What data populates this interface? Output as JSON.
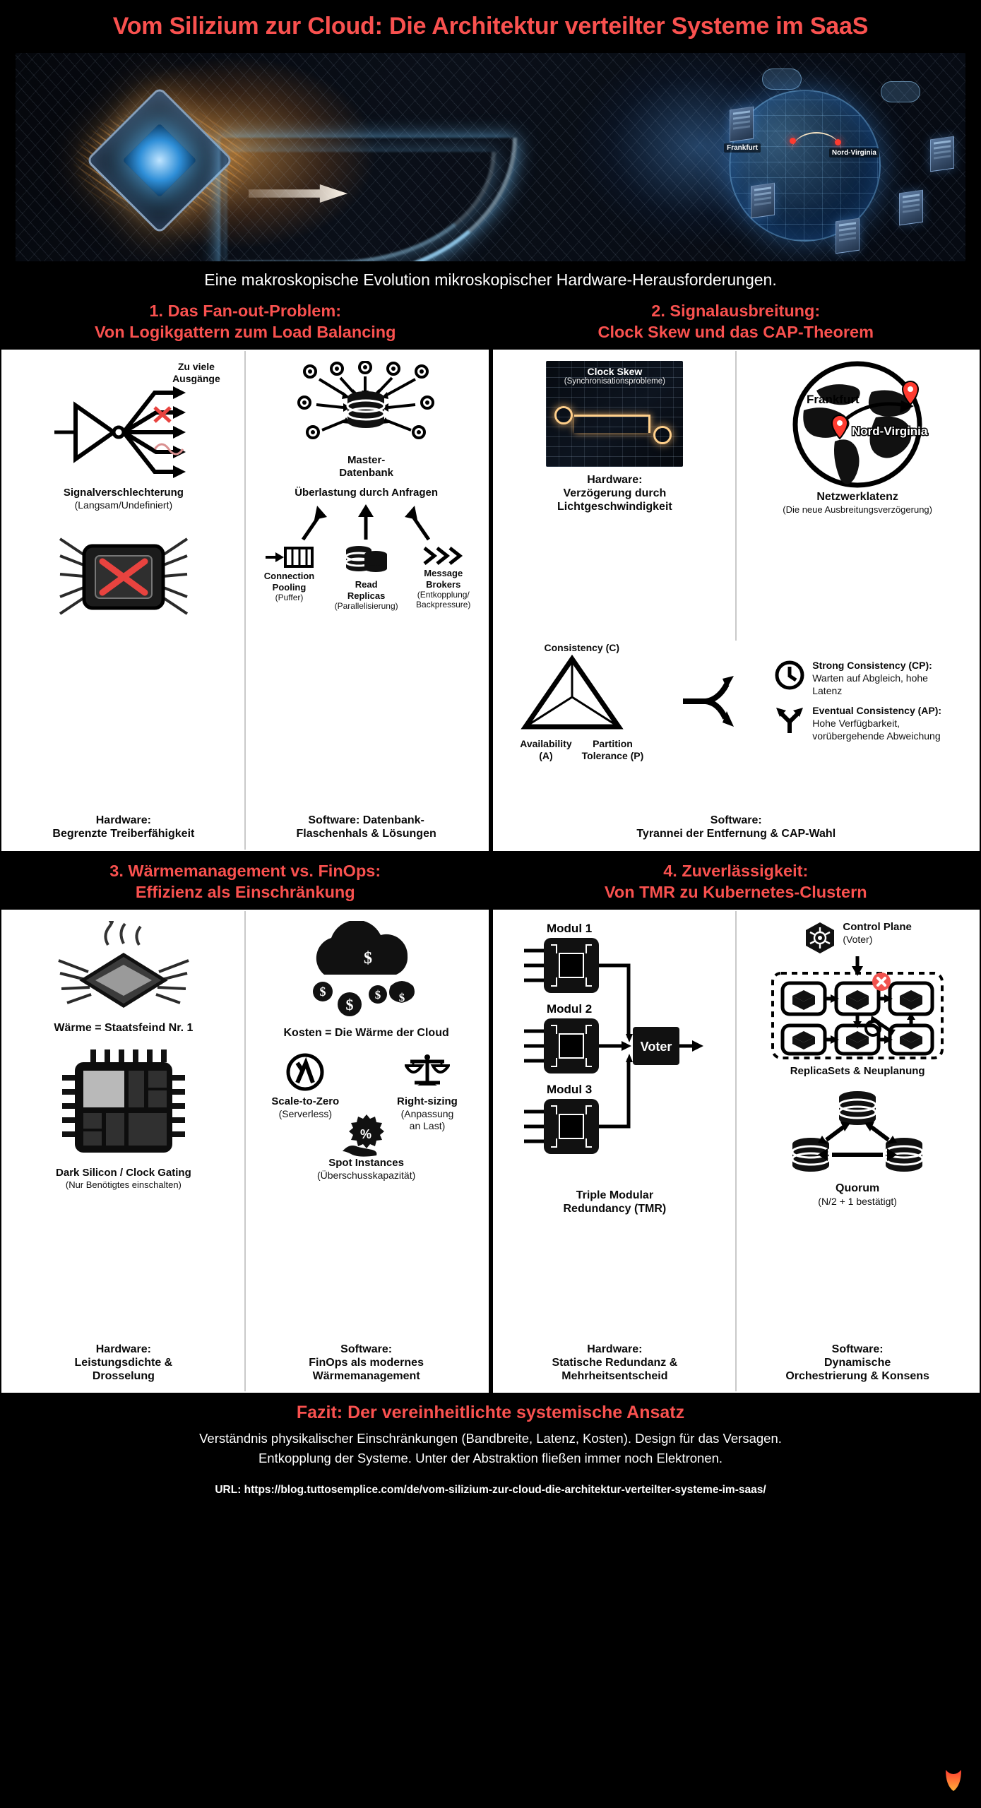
{
  "title": "Vom Silizium zur Cloud: Die Architektur verteilter Systeme im SaaS",
  "hero": {
    "frankfurt_label": "Frankfurt",
    "virginia_label": "Nord-Virginia"
  },
  "subtitle": "Eine makroskopische Evolution mikroskopischer Hardware-Herausforderungen.",
  "sections": [
    {
      "number_title_line1": "1. Das Fan-out-Problem:",
      "number_title_line2": "Von Logikgattern zum Load Balancing",
      "left": {
        "top_label": "Zu viele\nAusgänge",
        "caption_bold": "Signalverschlechterung",
        "caption_sub": "(Langsam/Undefiniert)",
        "footer_bold_1": "Hardware:",
        "footer_bold_2": "Begrenzte Treiberfähigkeit"
      },
      "right": {
        "db_label_1": "Master-",
        "db_label_2": "Datenbank",
        "caption_bold": "Überlastung durch Anfragen",
        "solutions": [
          {
            "name_1": "Connection",
            "name_2": "Pooling",
            "sub": "(Puffer)"
          },
          {
            "name_1": "Read",
            "name_2": "Replicas",
            "sub": "(Parallelisierung)"
          },
          {
            "name_1": "Message",
            "name_2": "Brokers",
            "sub": "(Entkopplung/\nBackpressure)"
          }
        ],
        "footer_bold_1": "Software: Datenbank-",
        "footer_bold_2": "Flaschenhals & Lösungen"
      }
    },
    {
      "number_title_line1": "2. Signalausbreitung:",
      "number_title_line2": "Clock Skew und das CAP-Theorem",
      "left": {
        "card_title": "Clock Skew",
        "card_sub": "(Synchronisationsprobleme)",
        "caption_bold_1": "Hardware:",
        "caption_bold_2": "Verzögerung durch",
        "caption_bold_3": "Lichtgeschwindigkeit"
      },
      "right": {
        "globe_tag_1": "Frankfurt",
        "globe_tag_2": "Nord-Virginia",
        "caption_bold": "Netzwerklatenz",
        "caption_sub": "(Die neue Ausbreitungsverzögerung)"
      },
      "cap": {
        "vertex_c": "Consistency (C)",
        "vertex_a_1": "Availability",
        "vertex_a_2": "(A)",
        "vertex_p_1": "Partition",
        "vertex_p_2": "Tolerance (P)",
        "option_1_bold": "Strong Consistency (CP):",
        "option_1_text": "Warten auf Abgleich, hohe Latenz",
        "option_2_bold": "Eventual Consistency (AP):",
        "option_2_text": " Hohe Verfügbarkeit, vorübergehende Abweichung",
        "footer_bold_1": "Software:",
        "footer_bold_2": "Tyrannei der Entfernung & CAP-Wahl"
      }
    },
    {
      "number_title_line1": "3. Wärmemanagement vs. FinOps:",
      "number_title_line2": "Effizienz als Einschränkung",
      "left": {
        "caption_top": "Wärme = Staatsfeind Nr. 1",
        "caption_bold": "Dark Silicon / Clock Gating",
        "caption_sub": "(Nur Benötigtes einschalten)",
        "footer_bold_1": "Hardware:",
        "footer_bold_2": "Leistungsdichte &",
        "footer_bold_3": "Drosselung"
      },
      "right": {
        "caption_top": "Kosten = Die Wärme der Cloud",
        "items": [
          {
            "name": "Scale-to-Zero",
            "sub": "(Serverless)"
          },
          {
            "name": "Right-sizing",
            "sub_1": "(Anpassung",
            "sub_2": "an Last)"
          },
          {
            "name": "Spot Instances",
            "sub": "(Überschusskapazität)"
          }
        ],
        "footer_bold_1": "Software:",
        "footer_bold_2": "FinOps als modernes",
        "footer_bold_3": "Wärmemanagement"
      }
    },
    {
      "number_title_line1": "4. Zuverlässigkeit:",
      "number_title_line2": "Von TMR zu Kubernetes-Clustern",
      "left": {
        "module_1": "Modul 1",
        "module_2": "Modul 2",
        "module_3": "Modul 3",
        "voter": "Voter",
        "caption_bold_1": "Triple Modular",
        "caption_bold_2": "Redundancy (TMR)",
        "footer_bold_1": "Hardware:",
        "footer_bold_2": "Statische Redundanz &",
        "footer_bold_3": "Mehrheitsentscheid"
      },
      "right": {
        "control_plane_bold": "Control Plane",
        "control_plane_sub": "(Voter)",
        "caption_bold": "ReplicaSets & Neuplanung",
        "quorum_bold": "Quorum",
        "quorum_sub": "(N/2 + 1 bestätigt)",
        "footer_bold_1": "Software:",
        "footer_bold_2": "Dynamische",
        "footer_bold_3": "Orchestrierung & Konsens"
      }
    }
  ],
  "footer": {
    "fazit_title": "Fazit: Der vereinheitlichte systemische Ansatz",
    "paragraph_line1": "Verständnis physikalischer Einschränkungen (Bandbreite, Latenz, Kosten). Design für das Versagen.",
    "paragraph_line2": "Entkopplung der Systeme. Unter der Abstraktion fließen immer noch Elektronen.",
    "url": "URL: https://blog.tuttosemplice.com/de/vom-silizium-zur-cloud-die-architektur-verteilter-systeme-im-saas/"
  },
  "colors": {
    "accent_red": "#f9514f",
    "background": "#000000",
    "panel": "#ffffff",
    "marker_red": "#ff3b30"
  }
}
